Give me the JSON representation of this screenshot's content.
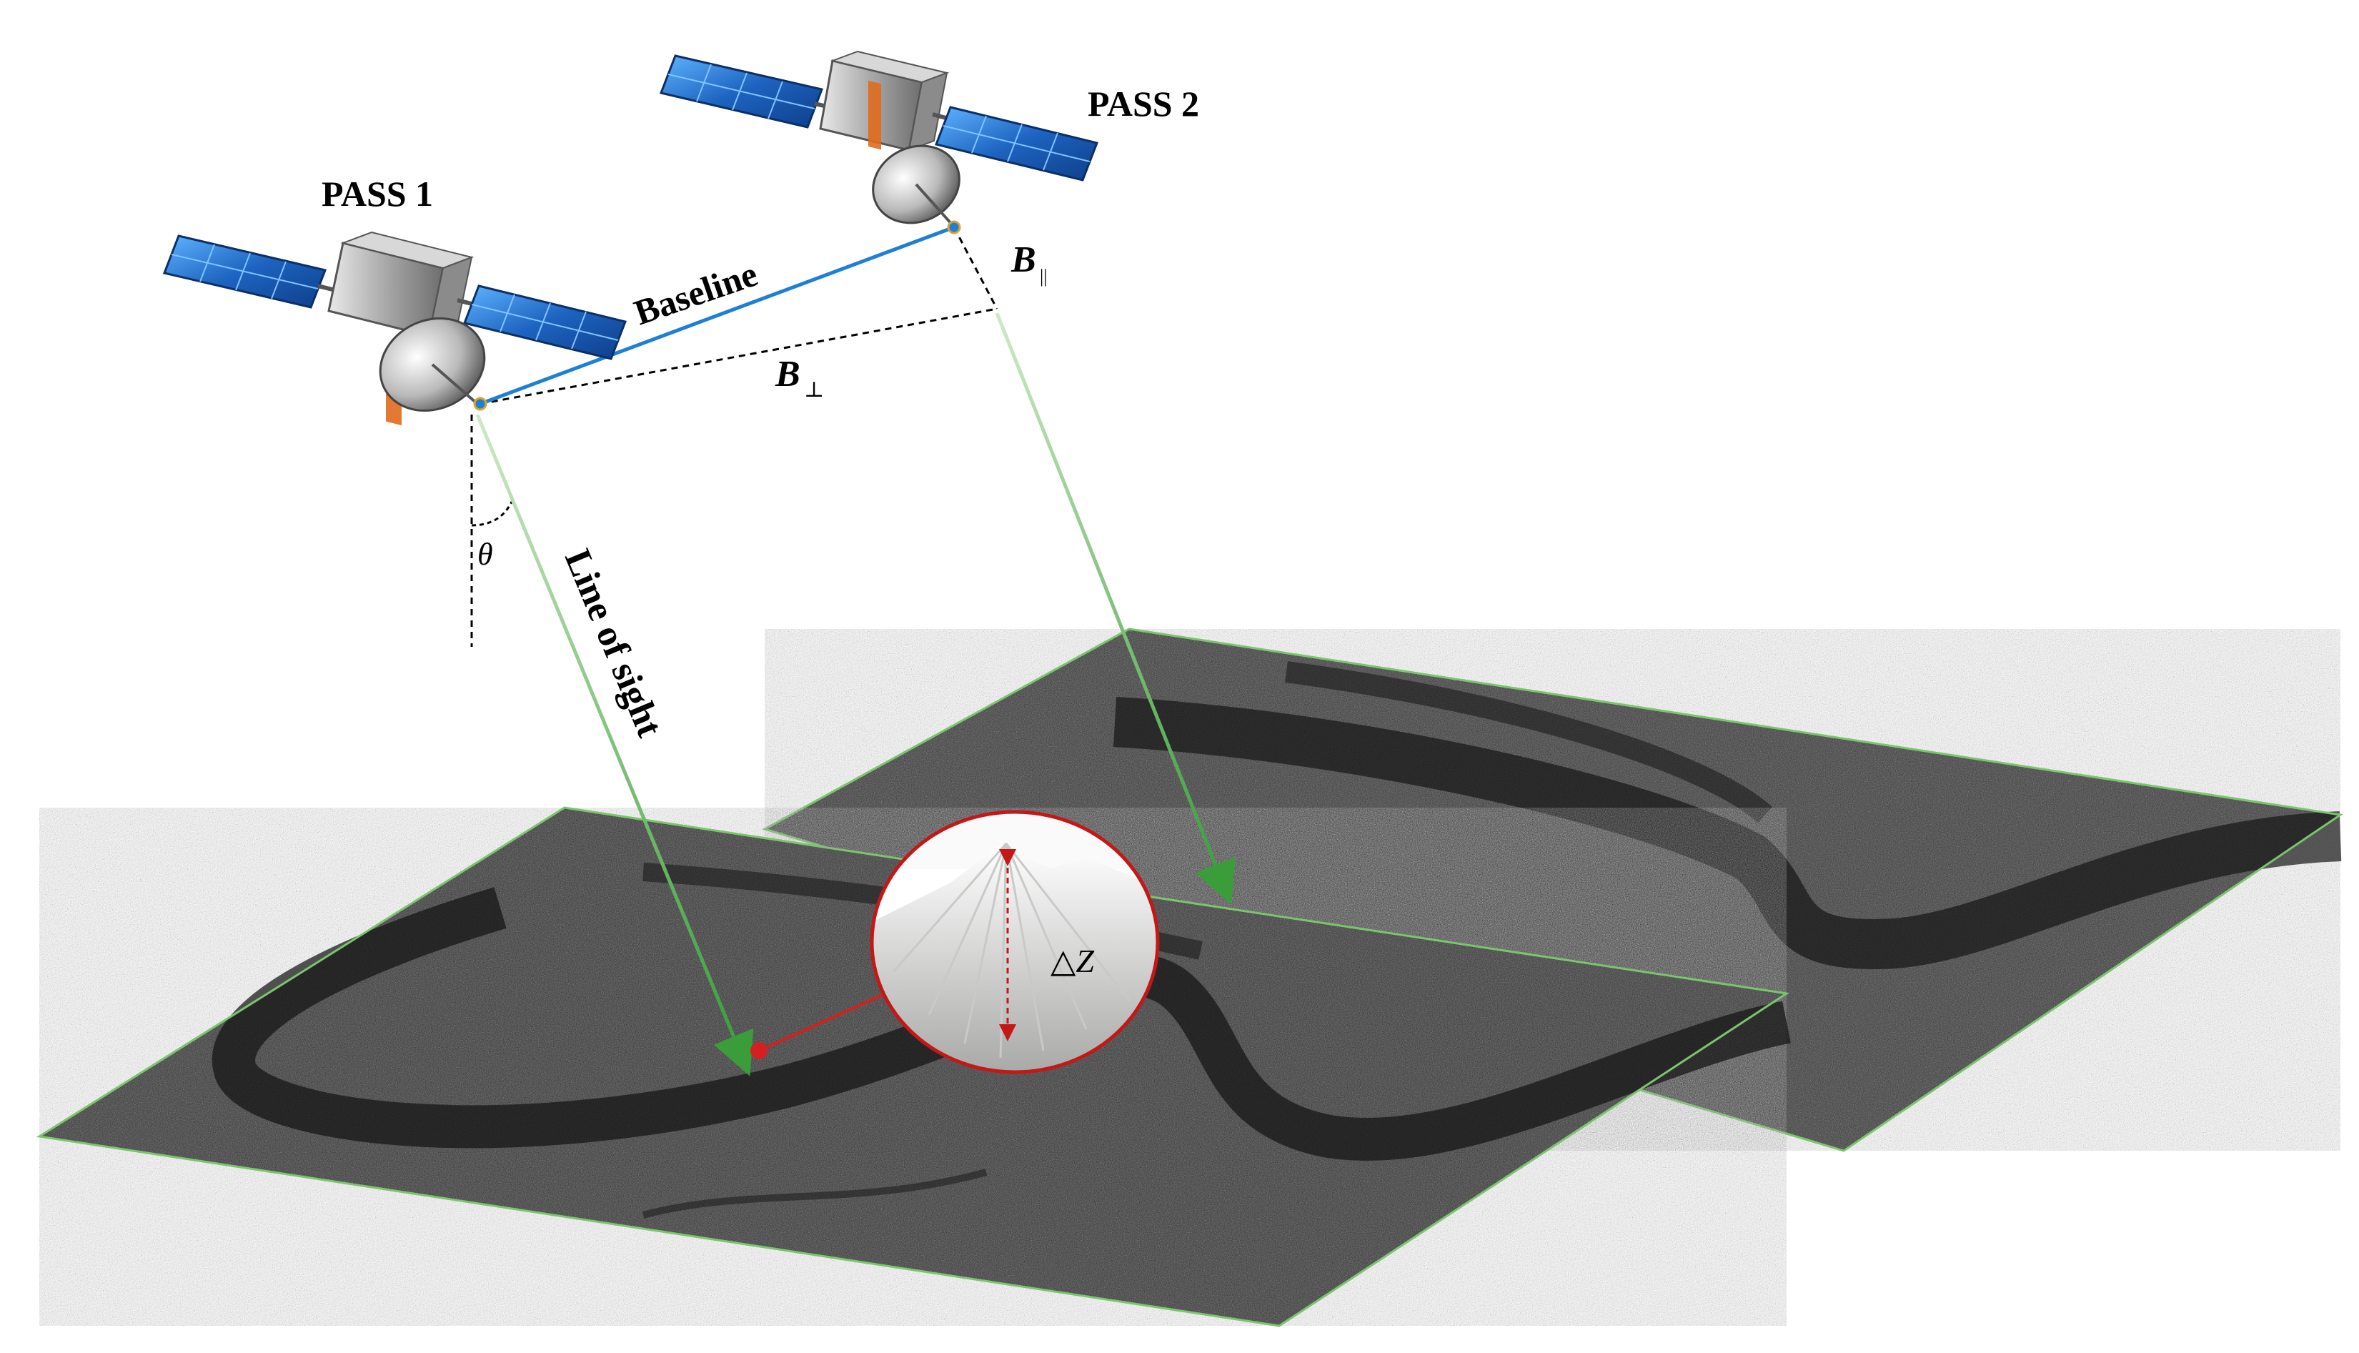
{
  "labels": {
    "pass1": "PASS 1",
    "pass2": "PASS 2",
    "baseline": "Baseline",
    "b_perp": "B",
    "b_perp_sub": "⊥",
    "b_par": "B",
    "b_par_sub": "||",
    "theta": "θ",
    "line_of_sight": "Line of sight",
    "delta_z": "△Z"
  },
  "colors": {
    "baseline_line": "#1e7fd6",
    "line_of_sight": "#5cb85c",
    "dashed": "#000000",
    "target_marker": "#d42020",
    "inset_border": "#c41818",
    "image_border": "#7cc46f",
    "panel_blue": "#1f6fc4",
    "satellite_body": "#b8b8b8",
    "satellite_accent": "#e06a1c"
  },
  "icons": [
    "satellite-icon",
    "radar-dish-icon",
    "mountain-peak-icon",
    "sar-image-texture"
  ]
}
